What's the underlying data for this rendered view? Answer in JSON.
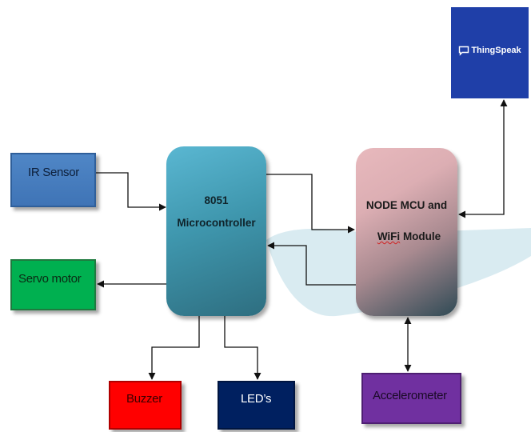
{
  "diagram": {
    "nodes": {
      "ir_sensor": "IR Sensor",
      "servo_motor": "Servo motor",
      "microcontroller_line1": "8051",
      "microcontroller_line2": "Microcontroller",
      "nodemcu_line1": "NODE MCU and",
      "nodemcu_line2_a": "WiFi",
      "nodemcu_line2_b": " Module",
      "buzzer": "Buzzer",
      "leds": "LED’s",
      "accelerometer": "Accelerometer",
      "thingspeak": "ThingSpeak"
    },
    "icons": {
      "thingspeak_logo": "speech-bubble-icon"
    },
    "colors": {
      "ir_sensor": "#4f86c6",
      "servo_motor": "#00b050",
      "buzzer": "#ff0000",
      "leds": "#002060",
      "accelerometer": "#7030a0",
      "thingspeak": "#1f3fa8",
      "microcontroller": "#3f97ae",
      "nodemcu": "#dcaeb3"
    },
    "connections": [
      {
        "from": "IR Sensor",
        "to": "8051 Microcontroller",
        "direction": "forward"
      },
      {
        "from": "8051 Microcontroller",
        "to": "Servo motor",
        "direction": "forward"
      },
      {
        "from": "8051 Microcontroller",
        "to": "Buzzer",
        "direction": "forward"
      },
      {
        "from": "8051 Microcontroller",
        "to": "LED’s",
        "direction": "forward"
      },
      {
        "from": "8051 Microcontroller",
        "to": "NODE MCU and WiFi Module",
        "direction": "forward"
      },
      {
        "from": "NODE MCU and WiFi Module",
        "to": "8051 Microcontroller",
        "direction": "forward"
      },
      {
        "from": "NODE MCU and WiFi Module",
        "to": "ThingSpeak",
        "direction": "both"
      },
      {
        "from": "NODE MCU and WiFi Module",
        "to": "Accelerometer",
        "direction": "both"
      }
    ]
  }
}
